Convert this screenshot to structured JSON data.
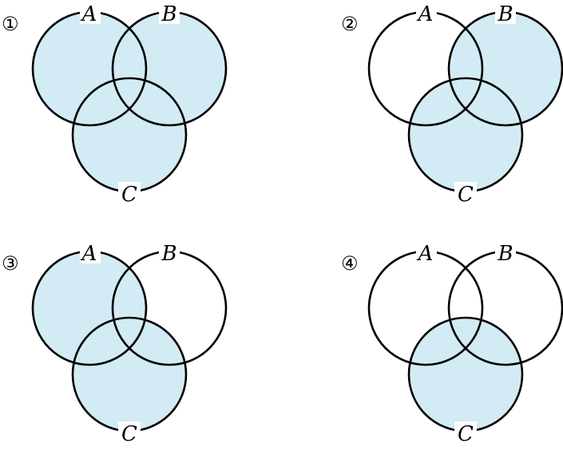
{
  "fill_color": "#d3ebf4",
  "stroke_color": "#000000",
  "panels": [
    {
      "label": "①",
      "sets": [
        "A",
        "B",
        "C"
      ],
      "shaded_regions": [
        "A",
        "B",
        "C"
      ]
    },
    {
      "label": "②",
      "sets": [
        "A",
        "B",
        "C"
      ],
      "shaded_regions": [
        "B",
        "C"
      ]
    },
    {
      "label": "③",
      "sets": [
        "A",
        "B",
        "C"
      ],
      "shaded_regions": [
        "A",
        "C"
      ]
    },
    {
      "label": "④",
      "sets": [
        "A",
        "B",
        "C"
      ],
      "shaded_regions": [
        "C"
      ]
    }
  ]
}
